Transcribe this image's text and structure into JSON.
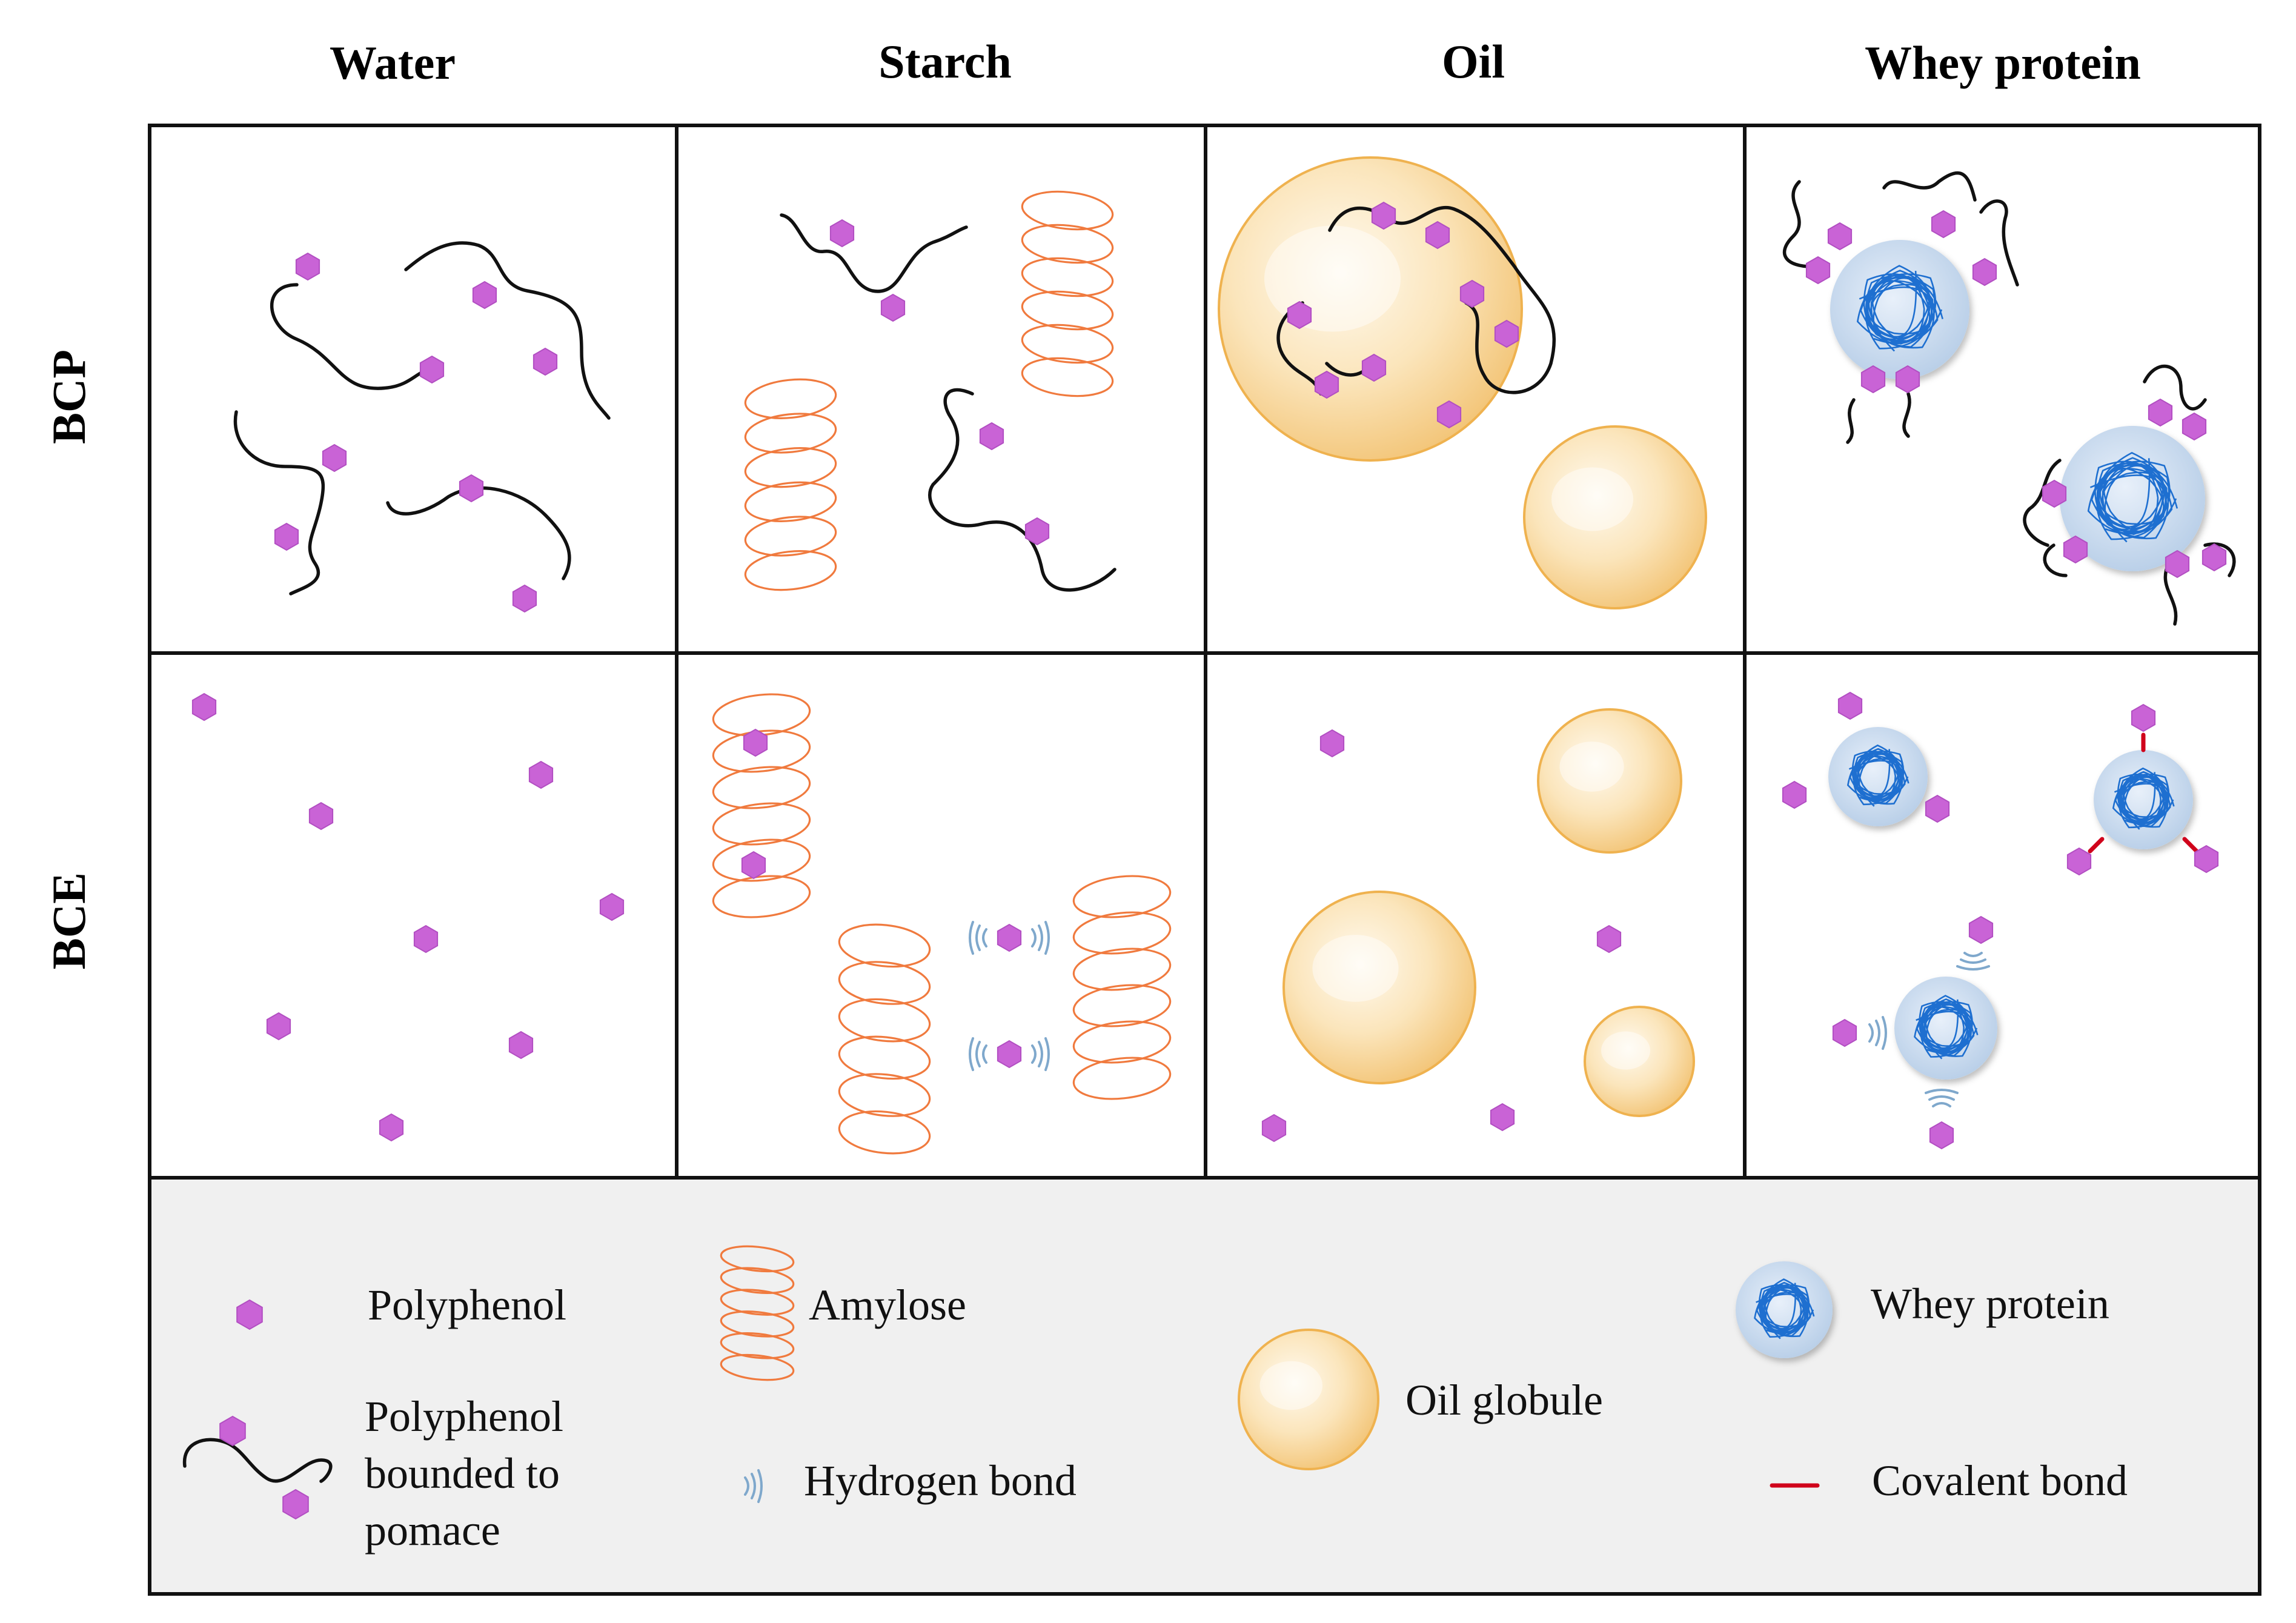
{
  "figure": {
    "columns": [
      "Water",
      "Starch",
      "Oil",
      "Whey protein"
    ],
    "rows": [
      "BCP",
      "BCE"
    ]
  },
  "legend": {
    "polyphenol": "Polyphenol",
    "amylose": "Amylose",
    "oil_globule": "Oil globule",
    "whey_protein": "Whey protein",
    "bound_line1": "Polyphenol",
    "bound_line2": "bounded to",
    "bound_line3": "pomace",
    "hydrogen_bond": "Hydrogen bond",
    "covalent_bond": "Covalent bond"
  },
  "colors": {
    "polyphenol": "#c963d6",
    "amylose": "#f07a3e",
    "oil": "#f6d08d",
    "protein_fill": "#cfe0f3",
    "protein_network": "#1e6fd0",
    "hydrogen_bond": "#7fa8cc",
    "covalent_bond": "#d0021b",
    "legend_background": "#f0f0f0"
  }
}
